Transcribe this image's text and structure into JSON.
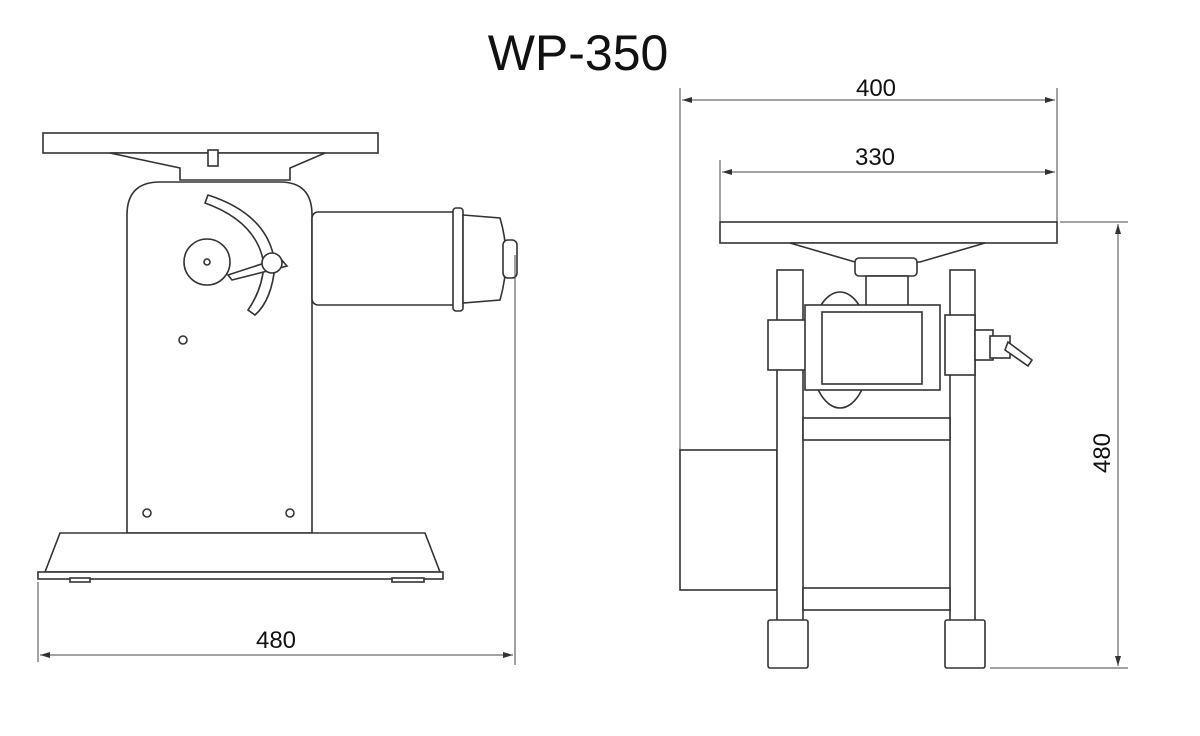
{
  "title": "WP-350",
  "side_view": {
    "width_label": "480"
  },
  "front_view": {
    "overall_width_label": "400",
    "table_width_label": "330",
    "height_label": "480"
  }
}
